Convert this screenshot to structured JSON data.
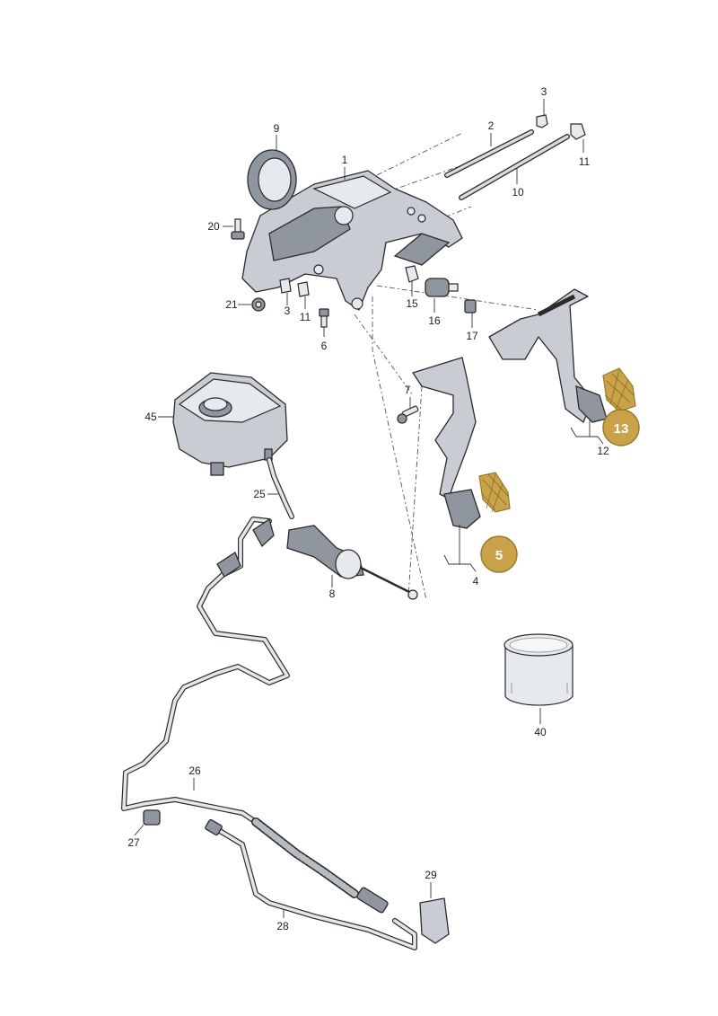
{
  "labels": {
    "l1": "1",
    "l2": "2",
    "l3a": "3",
    "l3b": "3",
    "l4": "4",
    "l6": "6",
    "l7": "7",
    "l8": "8",
    "l9": "9",
    "l10": "10",
    "l11a": "11",
    "l11b": "11",
    "l12": "12",
    "l15": "15",
    "l16": "16",
    "l17": "17",
    "l20": "20",
    "l21": "21",
    "l25": "25",
    "l26": "26",
    "l27": "27",
    "l28": "28",
    "l29": "29",
    "l40": "40",
    "l45": "45"
  },
  "badges": {
    "b5": "5",
    "b13": "13"
  },
  "colors": {
    "badge": "#c9a24a",
    "part": "#c9cdd3",
    "line": "#2b2b2b"
  }
}
